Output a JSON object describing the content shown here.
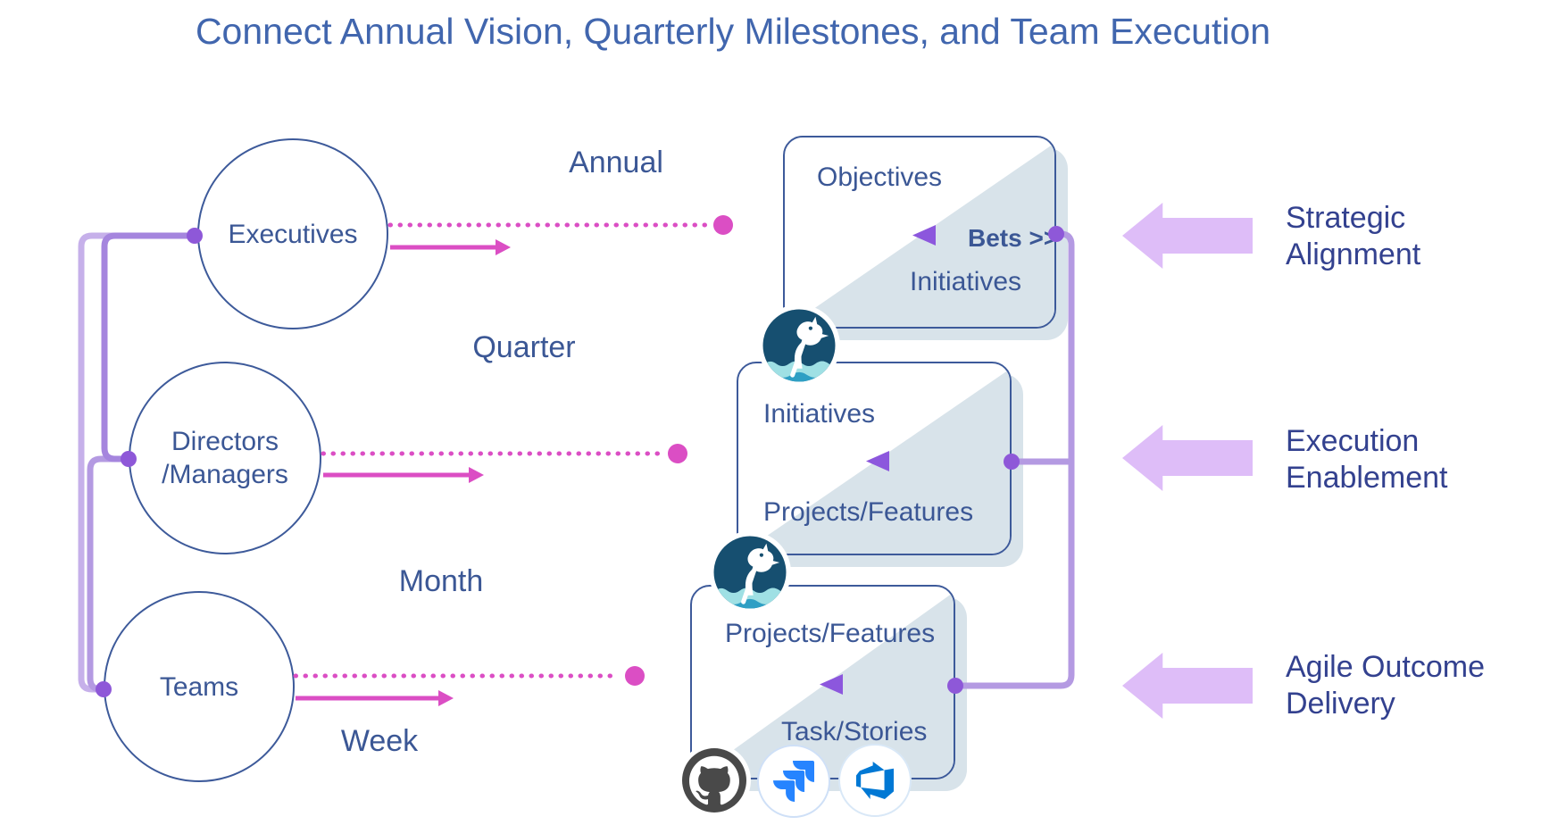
{
  "title": "Connect Annual Vision, Quarterly Milestones, and Team Execution",
  "roles": [
    {
      "label": "Executives"
    },
    {
      "label_line1": "Directors",
      "label_line2": "/Managers"
    },
    {
      "label": "Teams"
    }
  ],
  "cadences": {
    "annual": "Annual",
    "quarter": "Quarter",
    "month": "Month",
    "week": "Week"
  },
  "boxes": [
    {
      "primary": "Objectives",
      "callout": "Bets >>",
      "secondary": "Initiatives"
    },
    {
      "primary": "Initiatives",
      "secondary": "Projects/Features"
    },
    {
      "primary": "Projects/Features",
      "secondary": "Task/Stories"
    }
  ],
  "outcomes": [
    {
      "line1": "Strategic",
      "line2": "Alignment"
    },
    {
      "line1": "Execution",
      "line2": "Enablement"
    },
    {
      "line1": "Agile Outcome",
      "line2": "Delivery"
    }
  ],
  "icons": {
    "dragonboat": "dragonboat-logo",
    "github": "github-logo",
    "jira": "jira-logo",
    "azure_devops": "azure-devops-logo"
  },
  "colors": {
    "navy": "#3b5795",
    "title_blue": "#4166ae",
    "magenta": "#db4ec4",
    "purple_dot": "#8e58d8",
    "connector_light": "#c6b0ea",
    "connector_mid": "#b49ae2",
    "connector_dark": "#a585de",
    "lavender_arrow": "#debdf8",
    "box_fill": "#d8e3ea",
    "marker_purple": "#8c57dd"
  }
}
